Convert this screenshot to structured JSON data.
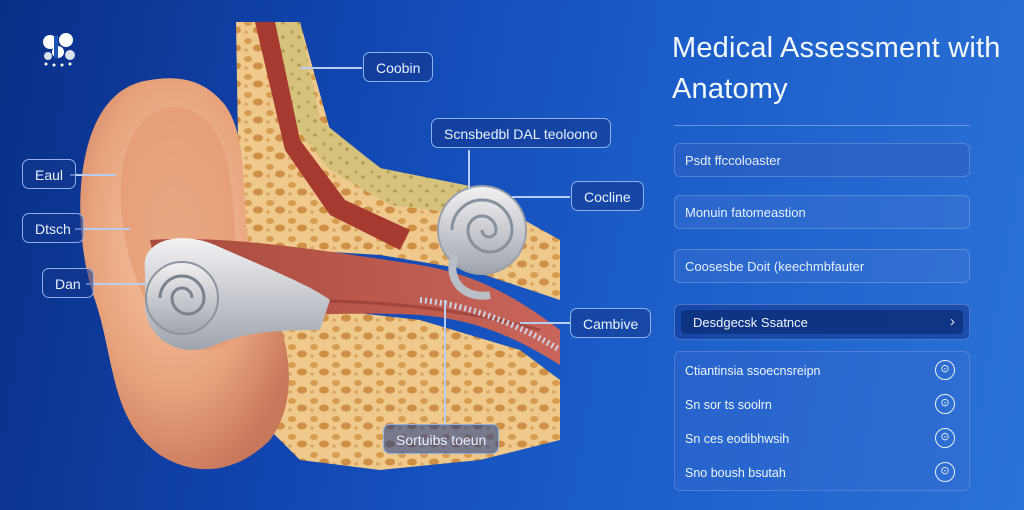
{
  "header": {
    "title": "Medical Assessment with Anatomy"
  },
  "callouts": {
    "top": "Coobin",
    "upper_mid": "Scnsbedbl DAL teoloono",
    "cochlea": "Cocline",
    "left_ear": "Eaul",
    "left_auricle": "Dtsch",
    "left_canal": "Dan",
    "right_lower": "Cambive",
    "bottom": "Sortuibs toeun"
  },
  "form": {
    "fields": [
      "Psdt ffccoloaster",
      "Monuin fatomeastion",
      "Coosesbe Doit (keechmbfauter"
    ],
    "dropdown": {
      "selected": "Desdgecsk Ssatnce",
      "chevron": "›"
    }
  },
  "list": {
    "items": [
      {
        "label": "Ctiantinsia ssoecnsreipn",
        "icon": "info-icon"
      },
      {
        "label": "Sn sor ts soolrn",
        "icon": "info-icon"
      },
      {
        "label": "Sn ces eodibhwsih",
        "icon": "info-icon"
      },
      {
        "label": "Sno boush bsutah",
        "icon": "info-icon"
      }
    ]
  }
}
